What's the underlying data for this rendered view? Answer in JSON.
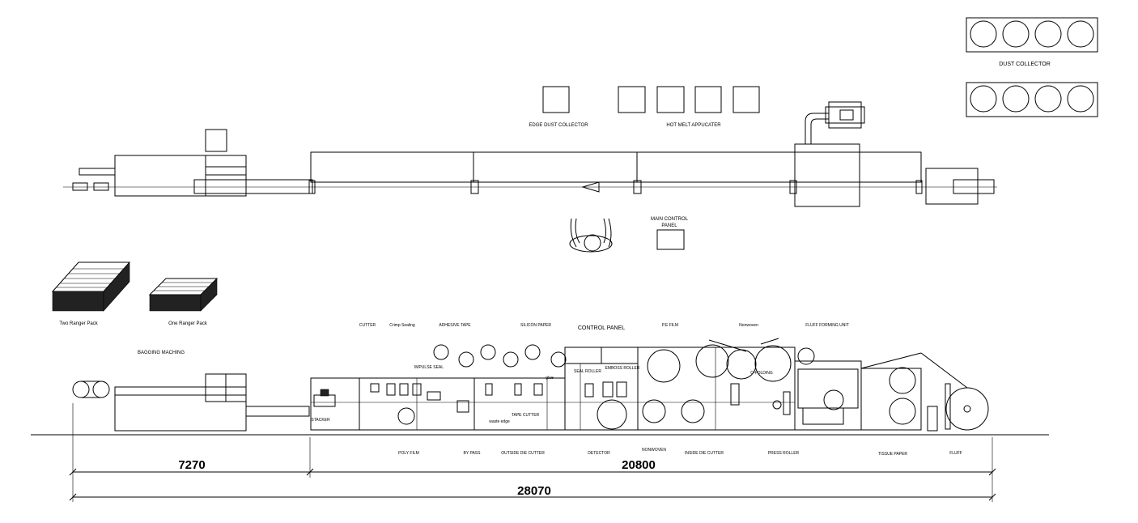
{
  "labels": {
    "dust_collector": "DUST COLLECTOR",
    "edge_dust_collector": "EDGE DUST COLLECTOR",
    "hot_melt_applicator": "HOT MELT APPUCATER",
    "main_control_panel_1": "MAIN CONTROL",
    "main_control_panel_2": "PANEL",
    "two_ranger_pack": "Two Ranger Pack",
    "one_ranger_pack": "One Ranger Pack",
    "bagging_machine": "BAGGING MACHING",
    "cutter": "CUTTER",
    "crimp_sealing": "Crimp Sealing",
    "adhesive_tape": "ADHESIVE TAPE",
    "silicon_paper": "SILICON PAPER",
    "control_panel": "CONTROL PANEL",
    "pe_film": "P.E FILM",
    "nonwoven_top": "Nonwoven",
    "fluff_forming_unit": "FLUFF FORMING UNIT",
    "impulse_seal": "IMPULSE SEAL",
    "seal_roller": "SEAL ROLLER",
    "emboss_roller": "EMBOSS ROLLER",
    "tape_cutter": "TAPE CUTTER",
    "waste_edge": "waste edge",
    "stacker": "STACKER",
    "c_folding": "C-FOLDING",
    "glue": "glue",
    "poly_film": "POLY FILM",
    "by_pass": "BY PASS",
    "outside_die_cutter": "OUTSIDE DIE CUTTER",
    "detector": "DETECTOR",
    "nonwoven": "NONWOVEN",
    "inside_die_cutter": "INSIDE DIE CUTTER",
    "press_roller": "PRESS ROLLER",
    "tissue_paper": "TISSUE PAPER",
    "fluff": "FLUFF"
  },
  "dimensions": {
    "left": "7270",
    "right": "20800",
    "total": "28070"
  }
}
